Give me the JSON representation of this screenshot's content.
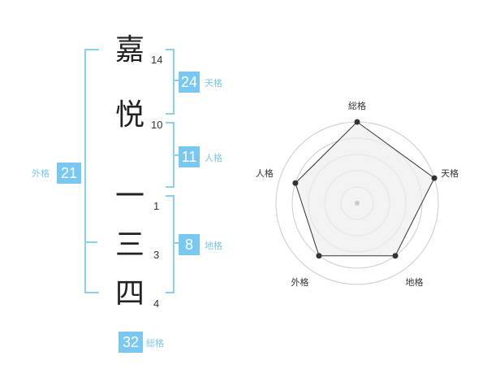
{
  "name_chars": [
    {
      "char": "嘉",
      "strokes": "14"
    },
    {
      "char": "悦",
      "strokes": "10"
    },
    {
      "char": "一",
      "strokes": "1"
    },
    {
      "char": "三",
      "strokes": "3"
    },
    {
      "char": "四",
      "strokes": "4"
    }
  ],
  "kakusu": {
    "tenkaku": {
      "value": "24",
      "label": "天格"
    },
    "jinkaku": {
      "value": "11",
      "label": "人格"
    },
    "chikaku": {
      "value": "8",
      "label": "地格"
    },
    "gaikaku": {
      "value": "21",
      "label": "外格"
    },
    "soukaku": {
      "value": "32",
      "label": "総格"
    }
  },
  "chart_data": {
    "type": "radar",
    "axes": [
      "総格",
      "天格",
      "地格",
      "外格",
      "人格"
    ],
    "values": [
      5,
      5,
      4,
      4,
      4
    ],
    "max": 5,
    "rings": 5,
    "colors": {
      "fill": "#eeeeee",
      "stroke": "#333333",
      "grid": "#cccccc",
      "point": "#333333",
      "center": "#cccccc"
    }
  },
  "colors": {
    "accent": "#79c8f2",
    "bracket": "#8ad0f5"
  }
}
